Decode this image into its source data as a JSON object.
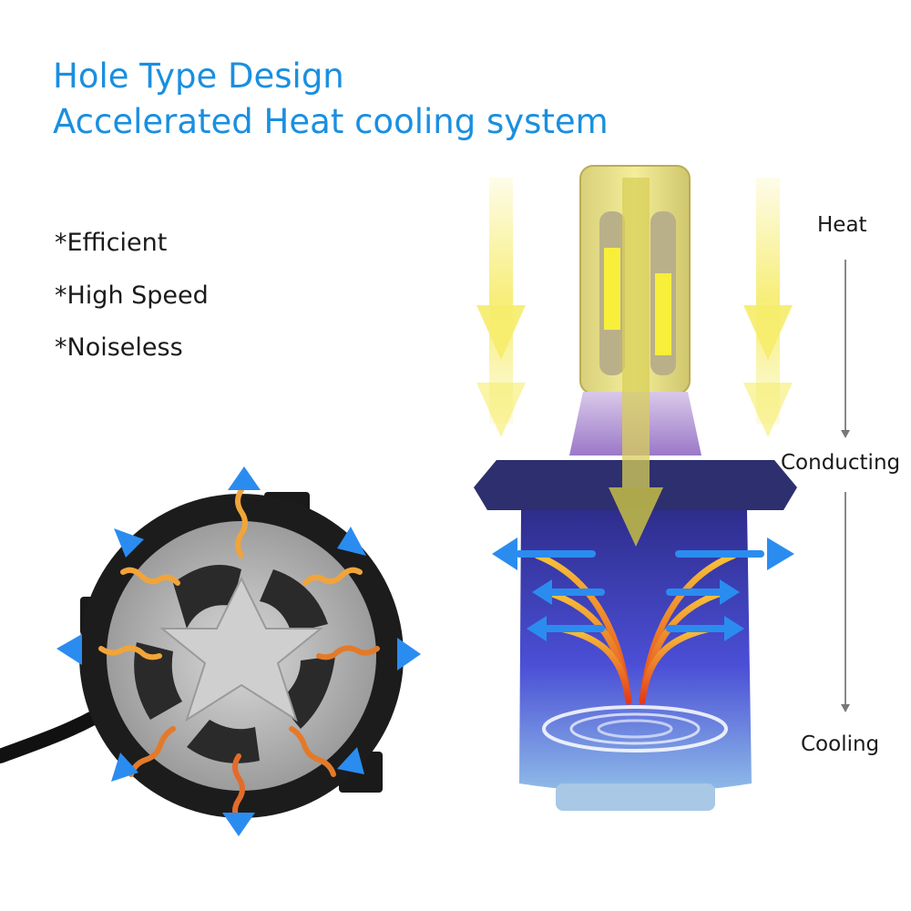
{
  "title": {
    "line1": "Hole Type Design",
    "line2": "Accelerated Heat cooling system"
  },
  "features": [
    "*Efficient",
    "*High Speed",
    "*Noiseless"
  ],
  "stages": {
    "heat": "Heat",
    "conducting": "Conducting",
    "cooling": "Cooling"
  },
  "colors": {
    "title": "#1a8fe0",
    "heat_arrow": "#f5e55a",
    "cool_arrow": "#1d7bf0",
    "bulb_base": "#2f2f8a",
    "fan_silver": "#b9b9b9"
  },
  "icons": [
    "bulb-illustration",
    "fan-illustration",
    "heat-arrow-icon",
    "cooling-arrow-icon",
    "swirl-icon"
  ]
}
